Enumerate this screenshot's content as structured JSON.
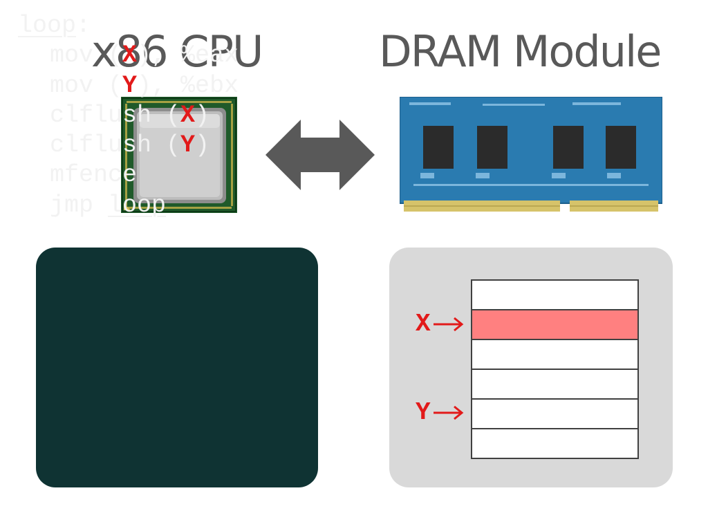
{
  "cpu": {
    "title": "x86 CPU"
  },
  "dram": {
    "title": "DRAM Module"
  },
  "code": {
    "lines": [
      {
        "parts": [
          {
            "text": "loop",
            "style": "underline"
          },
          {
            "text": ":"
          }
        ]
      },
      {
        "indent": true,
        "parts": [
          {
            "text": "mov ("
          },
          {
            "text": "X",
            "style": "highlight"
          },
          {
            "text": "), %eax"
          }
        ]
      },
      {
        "indent": true,
        "parts": [
          {
            "text": "mov ("
          },
          {
            "text": "Y",
            "style": "highlight"
          },
          {
            "text": "), %ebx"
          }
        ]
      },
      {
        "indent": true,
        "parts": [
          {
            "text": "clflush ("
          },
          {
            "text": "X",
            "style": "highlight"
          },
          {
            "text": ")"
          }
        ]
      },
      {
        "indent": true,
        "parts": [
          {
            "text": "clflush ("
          },
          {
            "text": "Y",
            "style": "highlight"
          },
          {
            "text": ")"
          }
        ]
      },
      {
        "indent": true,
        "parts": [
          {
            "text": "mfence"
          }
        ]
      },
      {
        "indent": true,
        "parts": [
          {
            "text": "jmp "
          },
          {
            "text": "loop",
            "style": "underline"
          }
        ]
      }
    ]
  },
  "memory": {
    "rows": 6,
    "highlighted_row": 1,
    "pointers": [
      {
        "label": "X",
        "row": 1
      },
      {
        "label": "Y",
        "row": 4
      }
    ]
  },
  "colors": {
    "title_gray": "#595959",
    "code_bg": "#0f3333",
    "code_text": "#f2f2f2",
    "accent_red": "#e21a1a",
    "row_highlight": "#ff8080",
    "mem_panel_bg": "#d9d9d9",
    "pcb_blue": "#2a7bb0",
    "cpu_green": "#1f5a2a"
  }
}
